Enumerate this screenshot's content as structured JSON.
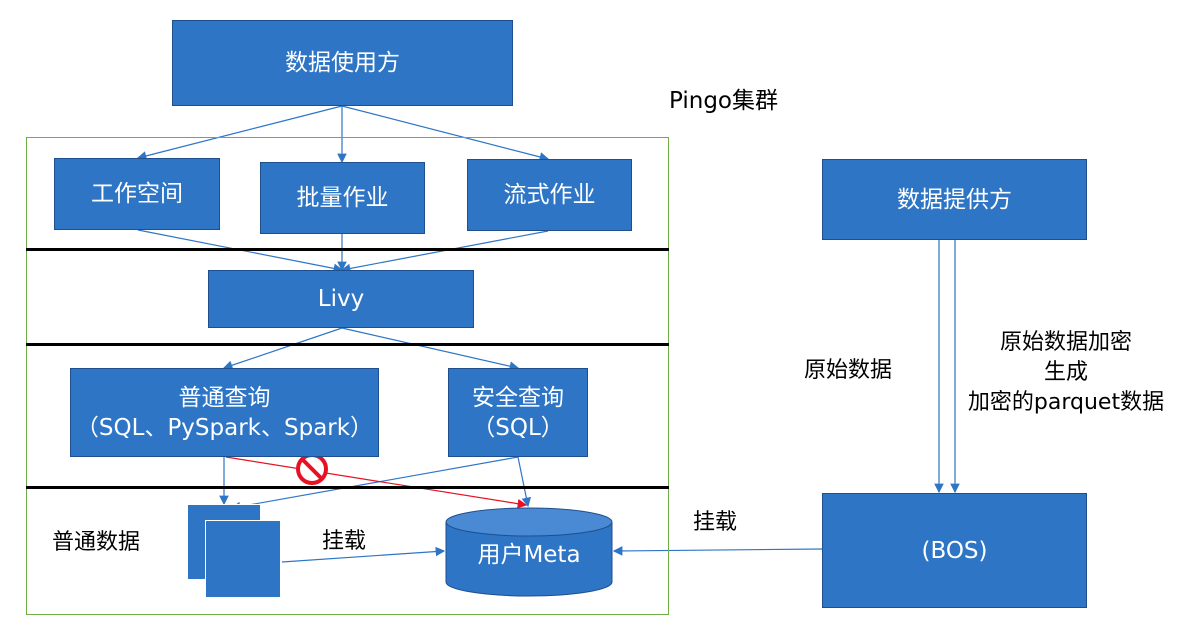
{
  "top": {
    "consumer": "数据使用方",
    "cluster_label": "Pingo集群"
  },
  "entry": {
    "workspace": "工作空间",
    "batch_job": "批量作业",
    "stream_job": "流式作业"
  },
  "livy": "Livy",
  "query": {
    "normal_title": "普通查询",
    "normal_sub": "（SQL、PySpark、Spark）",
    "secure_title": "安全查询",
    "secure_sub": "（SQL）"
  },
  "storage": {
    "normal_data": "普通数据",
    "mount_left": "挂载",
    "user_meta": "用户Meta"
  },
  "provider": {
    "name": "数据提供方",
    "raw_data": "原始数据",
    "encrypt_lines": [
      "原始数据加密",
      "生成",
      "加密的parquet数据"
    ],
    "bos": "(BOS)",
    "mount_right": "挂载"
  },
  "colors": {
    "box": "#2e75c6",
    "cluster_border": "#70ad47",
    "forbidden": "#e81123",
    "red_line": "#e81123"
  },
  "icons": {
    "forbidden": "no-entry-icon"
  }
}
